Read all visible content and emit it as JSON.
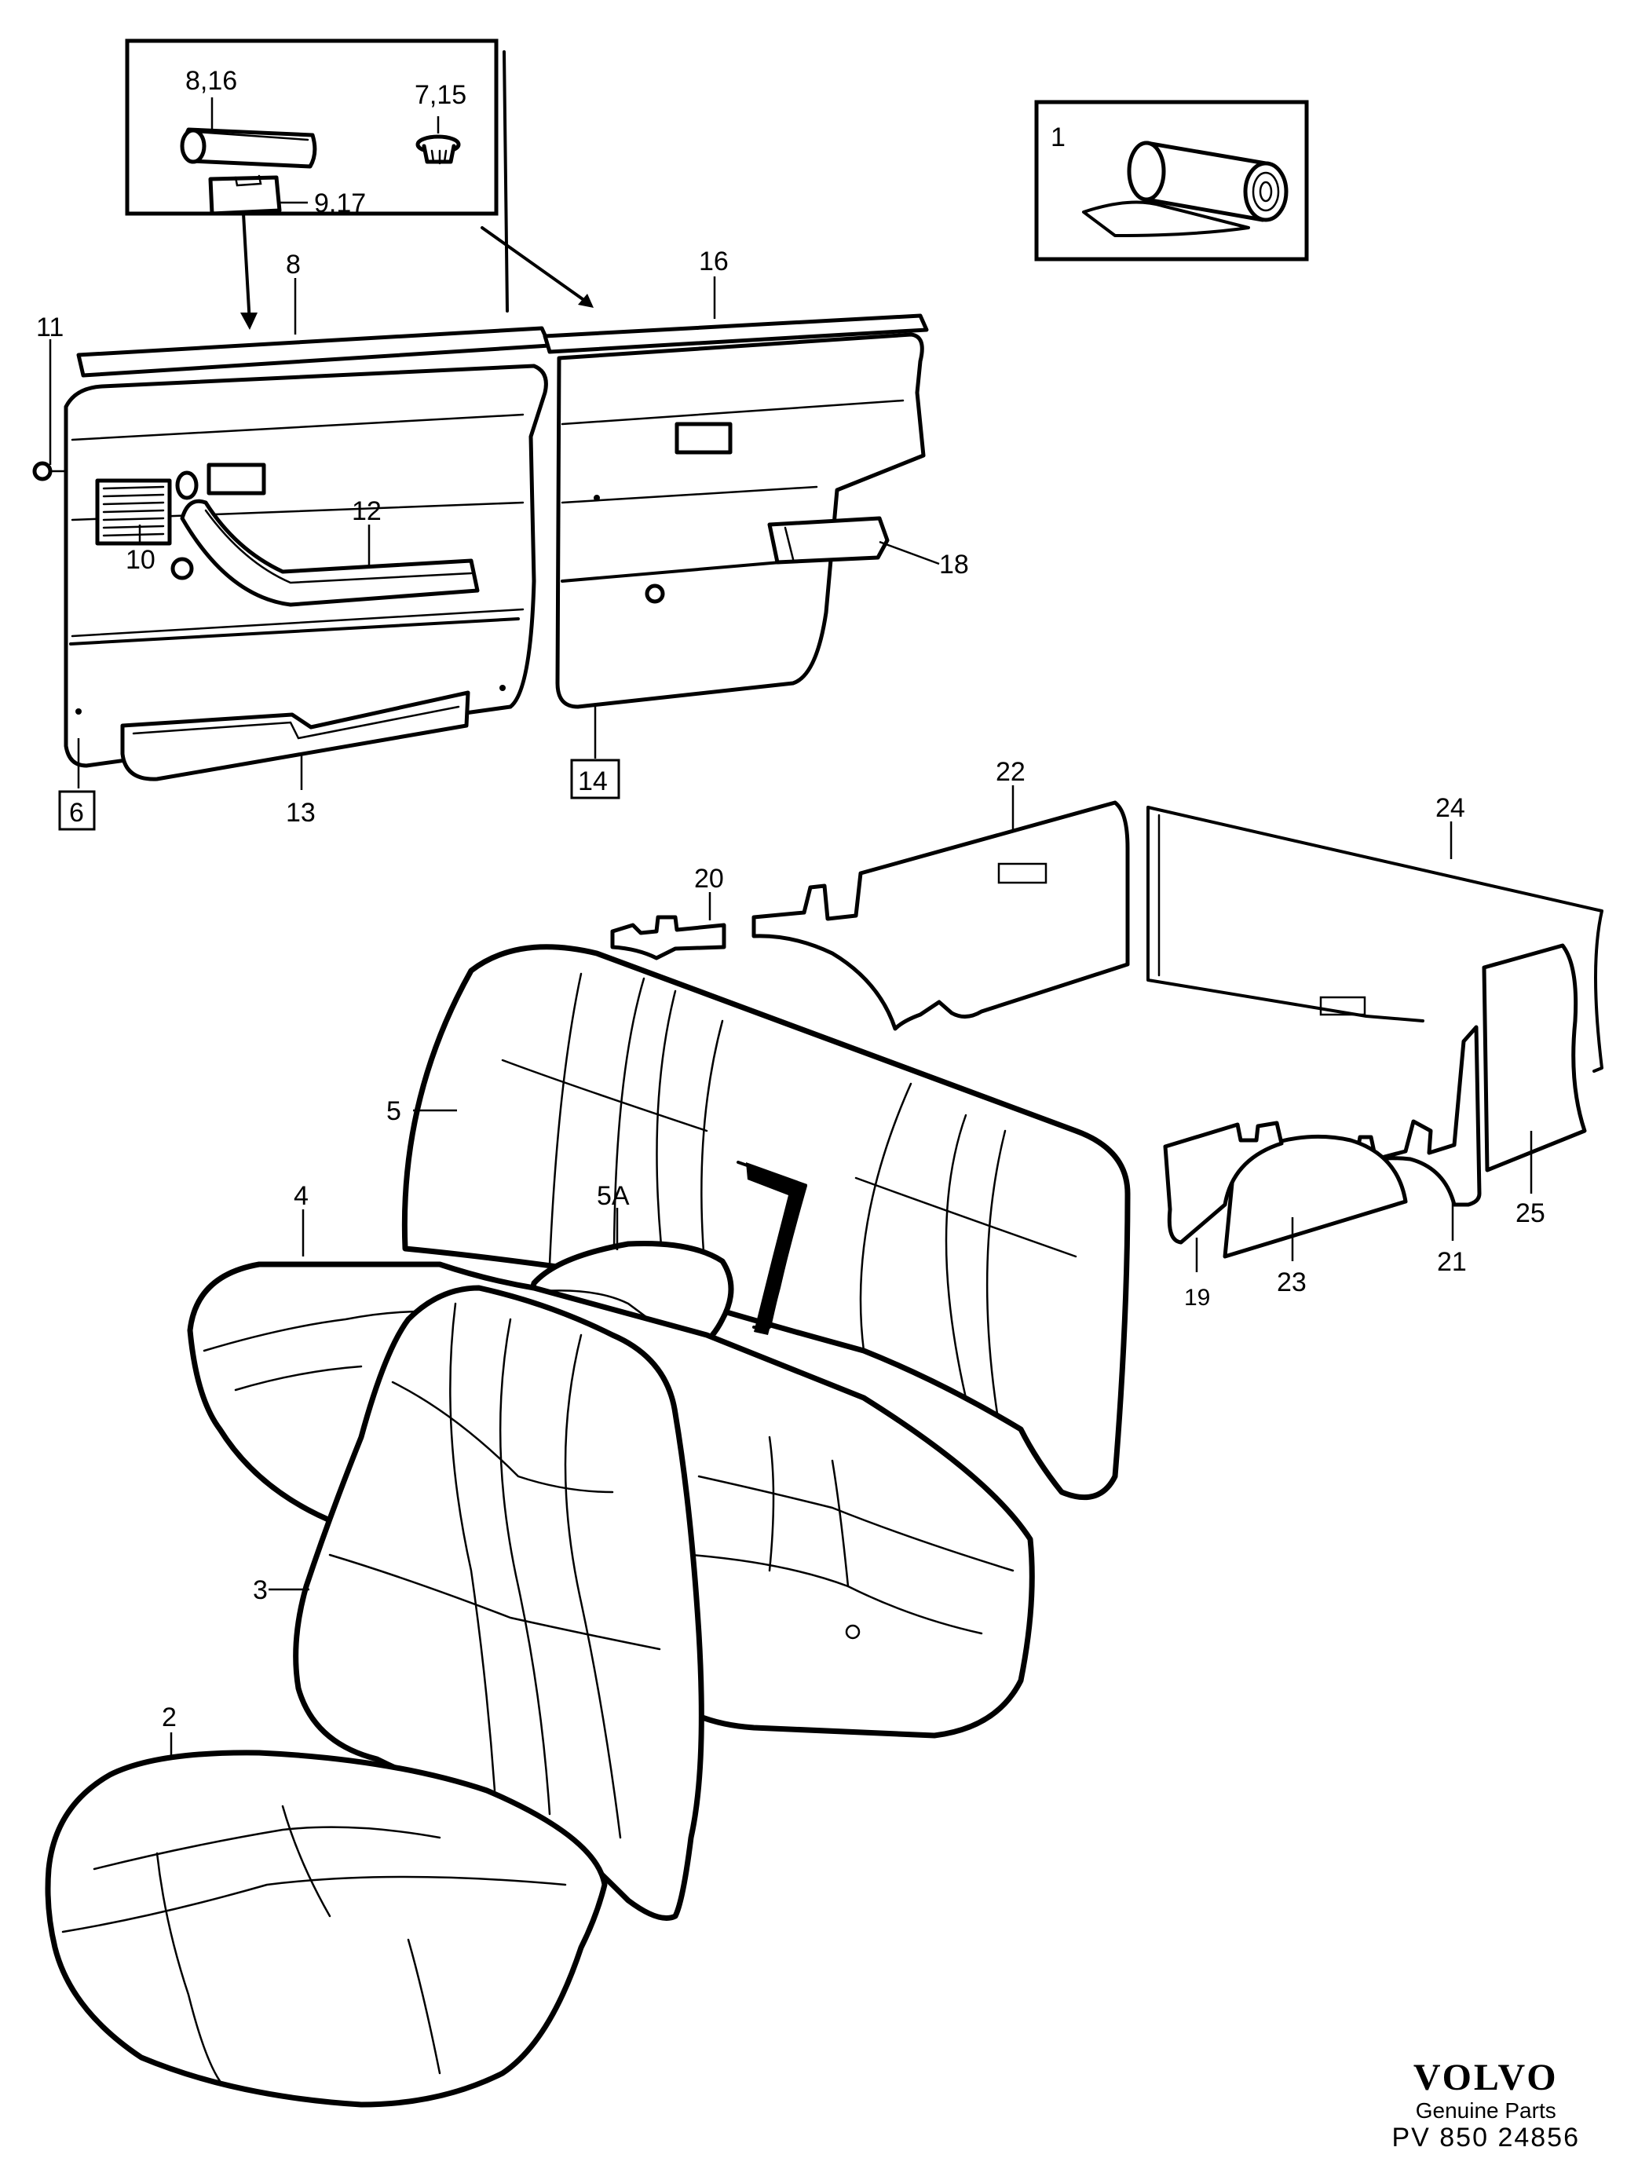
{
  "callouts": [
    {
      "id": "c8-16",
      "text": "8,16"
    },
    {
      "id": "c7-15",
      "text": "7,15"
    },
    {
      "id": "c9-17",
      "text": "9,17"
    },
    {
      "id": "c1",
      "text": "1"
    },
    {
      "id": "c8",
      "text": "8"
    },
    {
      "id": "c16",
      "text": "16"
    },
    {
      "id": "c11",
      "text": "11"
    },
    {
      "id": "c12",
      "text": "12"
    },
    {
      "id": "c10",
      "text": "10"
    },
    {
      "id": "c18",
      "text": "18"
    },
    {
      "id": "c13",
      "text": "13"
    },
    {
      "id": "c6",
      "text": "6"
    },
    {
      "id": "c14",
      "text": "14"
    },
    {
      "id": "c22",
      "text": "22"
    },
    {
      "id": "c24",
      "text": "24"
    },
    {
      "id": "c20",
      "text": "20"
    },
    {
      "id": "c5",
      "text": "5"
    },
    {
      "id": "c4",
      "text": "4"
    },
    {
      "id": "c5a",
      "text": "5A"
    },
    {
      "id": "c19",
      "text": "19"
    },
    {
      "id": "c23",
      "text": "23"
    },
    {
      "id": "c21",
      "text": "21"
    },
    {
      "id": "c25",
      "text": "25"
    },
    {
      "id": "c3",
      "text": "3"
    },
    {
      "id": "c2",
      "text": "2"
    }
  ],
  "branding": {
    "logo": "VOLVO",
    "subtitle": "Genuine Parts",
    "code": "PV 850 24856"
  }
}
